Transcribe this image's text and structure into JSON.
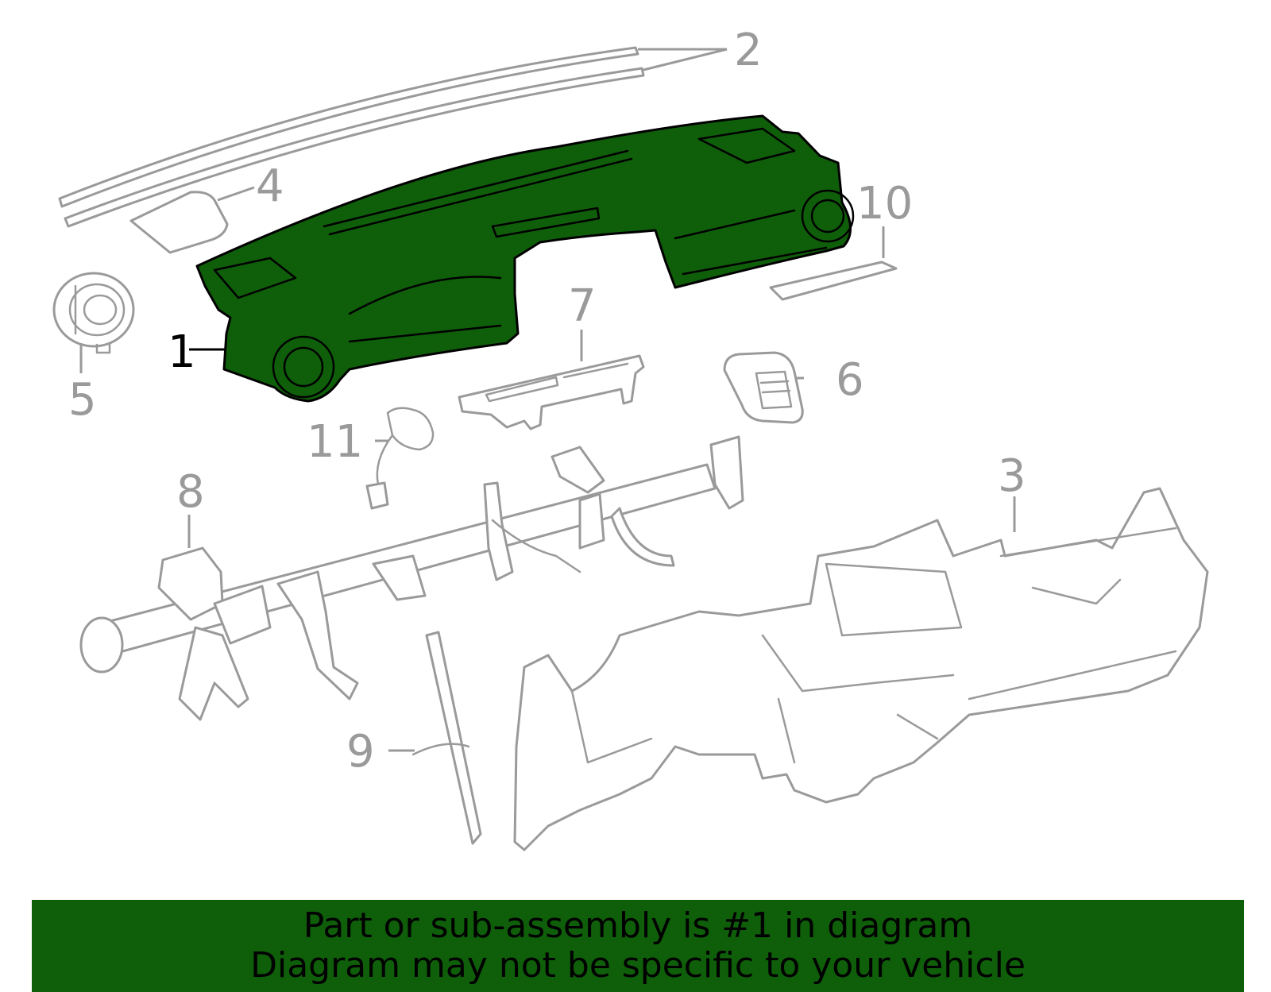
{
  "diagram": {
    "callouts": [
      {
        "id": "1",
        "label": "1",
        "highlighted": true
      },
      {
        "id": "2",
        "label": "2",
        "highlighted": false
      },
      {
        "id": "3",
        "label": "3",
        "highlighted": false
      },
      {
        "id": "4",
        "label": "4",
        "highlighted": false
      },
      {
        "id": "5",
        "label": "5",
        "highlighted": false
      },
      {
        "id": "6",
        "label": "6",
        "highlighted": false
      },
      {
        "id": "7",
        "label": "7",
        "highlighted": false
      },
      {
        "id": "8",
        "label": "8",
        "highlighted": false
      },
      {
        "id": "9",
        "label": "9",
        "highlighted": false
      },
      {
        "id": "10",
        "label": "10",
        "highlighted": false
      },
      {
        "id": "11",
        "label": "11",
        "highlighted": false
      }
    ],
    "colors": {
      "highlight_fill": "#0f5e0a",
      "part_line": "#9a9a9a",
      "highlight_line": "#000000",
      "banner_bg": "#0f5e0a"
    }
  },
  "banner": {
    "line1": "Part or sub-assembly is #1 in diagram",
    "line2": "Diagram may not be specific to your vehicle"
  }
}
